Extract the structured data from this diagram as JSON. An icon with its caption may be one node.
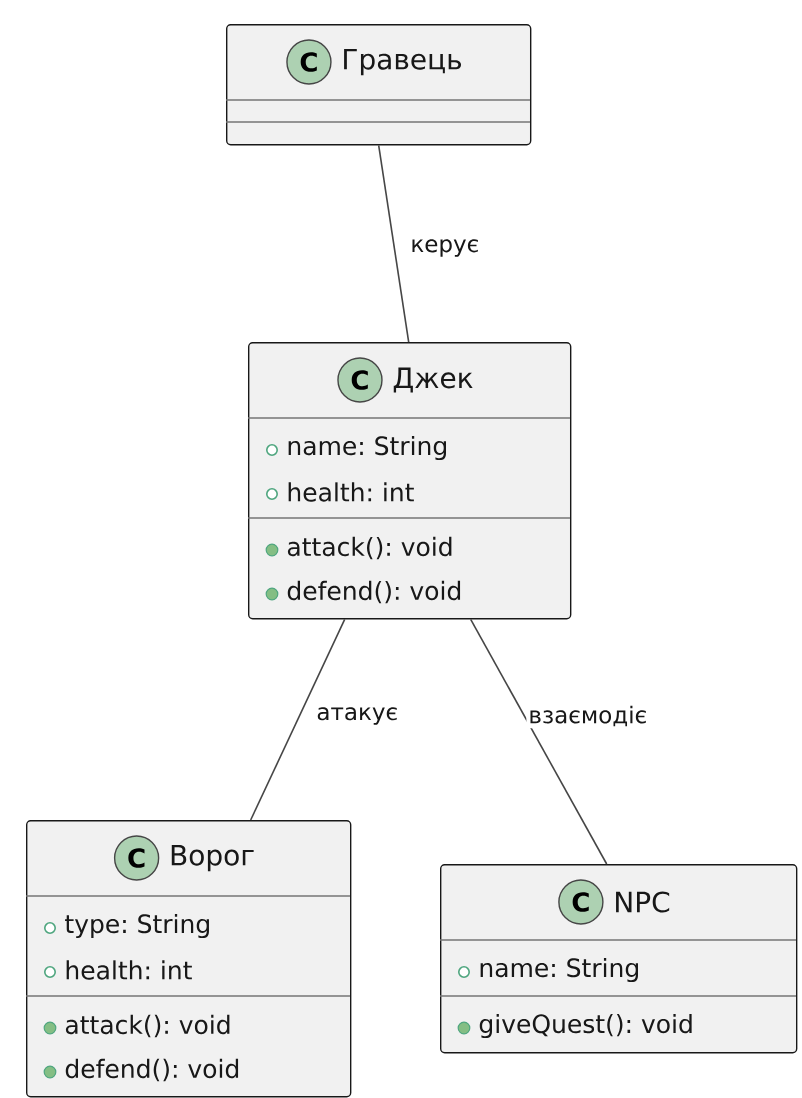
{
  "diagram": {
    "nodes": [
      {
        "text": [
          "Гравець"
        ]
      },
      {
        "text": [
          "Джек",
          "name: String",
          "health: int",
          "attack(): void",
          "defend(): void"
        ]
      },
      {
        "text": [
          "Ворог",
          "type: String",
          "health: int",
          "attack(): void",
          "defend(): void"
        ]
      },
      {
        "text": [
          "NPC",
          "name: String",
          "giveQuest(): void"
        ]
      }
    ],
    "edges": [
      {
        "from": 0,
        "to": 1,
        "arrow": "none",
        "label": "керує"
      },
      {
        "from": 1,
        "to": 2,
        "arrow": "none",
        "label": "атакує"
      },
      {
        "from": 1,
        "to": 3,
        "arrow": "none",
        "label": "взаємодіє"
      }
    ],
    "labels": [
      "C",
      "C",
      "C",
      "C"
    ]
  }
}
